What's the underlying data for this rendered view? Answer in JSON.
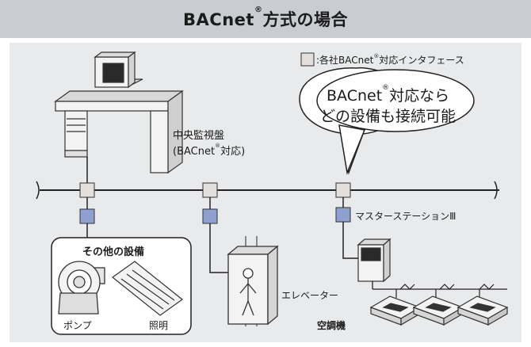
{
  "header": {
    "title_prefix": "BACnet",
    "title_mark": "®",
    "title_suffix": "方式の場合"
  },
  "legend": {
    "prefix": ":各社BACnet",
    "mark": "®",
    "suffix": "対応インタフェース"
  },
  "monitor": {
    "line1": "中央監視盤",
    "line2_prefix": "(BACnet",
    "line2_mark": "®",
    "line2_suffix": "対応)"
  },
  "bubble": {
    "line1_prefix": "BACnet",
    "line1_mark": "®",
    "line1_suffix": "対応なら",
    "line2": "どの設備も接続可能"
  },
  "devices": {
    "other_title": "その他の設備",
    "pump": "ポンプ",
    "lighting": "照明",
    "elevator": "エレベーター",
    "master_station": "マスターステーションⅢ",
    "aircon": "空調機"
  },
  "colors": {
    "title_bar": "#c9ccd1",
    "panel": "#e8eaec",
    "interface_box": "#e2dfdc",
    "device_box": "#8e9fd0"
  }
}
